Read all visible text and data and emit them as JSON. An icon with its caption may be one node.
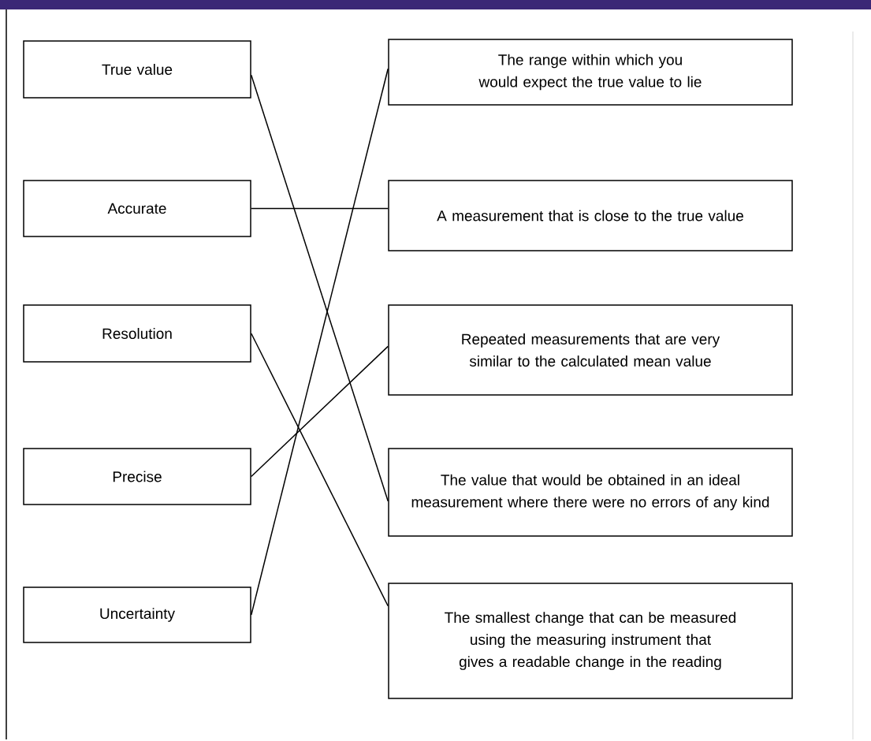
{
  "diagram": {
    "nodes": [
      {
        "text": [
          "True value"
        ]
      },
      {
        "text": [
          "Accurate"
        ]
      },
      {
        "text": [
          "Resolution"
        ]
      },
      {
        "text": [
          "Precise"
        ]
      },
      {
        "text": [
          "Uncertainty"
        ]
      },
      {
        "text": [
          "The range within which you would expect the true value to lie"
        ]
      },
      {
        "text": [
          "A measurement that is close to the true value"
        ]
      },
      {
        "text": [
          "Repeated measurements that are very similar to the calculated mean value"
        ]
      },
      {
        "text": [
          "The value that would be obtained in an ideal measurement where there were no errors of any kind"
        ]
      },
      {
        "text": [
          "The smallest change that can be measured using the measuring instrument that gives a readable change in the reading"
        ]
      }
    ],
    "edges": [
      {
        "from": 0,
        "to": 8,
        "arrow": "none"
      },
      {
        "from": 1,
        "to": 6,
        "arrow": "none"
      },
      {
        "from": 2,
        "to": 9,
        "arrow": "none"
      },
      {
        "from": 3,
        "to": 7,
        "arrow": "none"
      },
      {
        "from": 4,
        "to": 5,
        "arrow": "none"
      }
    ]
  }
}
